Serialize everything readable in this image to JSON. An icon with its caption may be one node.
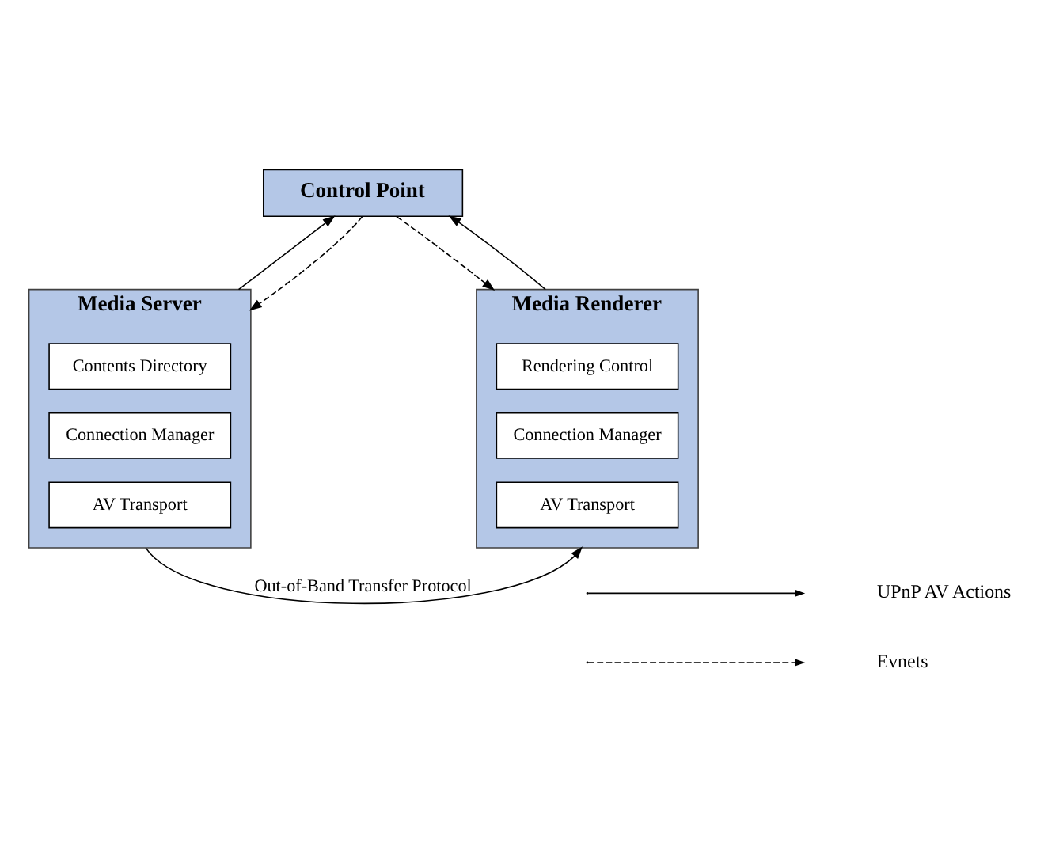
{
  "diagram": {
    "nodes": [
      {
        "text": [
          "Control Point"
        ]
      },
      {
        "text": [
          "Media Server"
        ]
      },
      {
        "text": [
          "Contents Directory"
        ],
        "in": 1
      },
      {
        "text": [
          "Connection Manager"
        ],
        "in": 1
      },
      {
        "text": [
          "AV Transport"
        ],
        "in": 1
      },
      {
        "text": [
          "Media Renderer"
        ]
      },
      {
        "text": [
          "Rendering Control"
        ],
        "in": 5
      },
      {
        "text": [
          "Connection Manager"
        ],
        "in": 5
      },
      {
        "text": [
          "AV Transport"
        ],
        "in": 5
      }
    ],
    "edges": [
      {
        "from": 1,
        "to": 0,
        "arrow": "to"
      },
      {
        "from": 0,
        "to": 1,
        "arrow": "to",
        "style": "dashed"
      },
      {
        "from": 0,
        "to": 5,
        "arrow": "to",
        "style": "dashed"
      },
      {
        "from": 5,
        "to": 0,
        "arrow": "to"
      },
      {
        "from": 1,
        "to": 5,
        "arrow": "to",
        "label": "Out-of-Band Transfer Protocol"
      }
    ],
    "legend": [
      {
        "text": "UPnP AV Actions"
      },
      {
        "text": "Evnets"
      }
    ]
  }
}
